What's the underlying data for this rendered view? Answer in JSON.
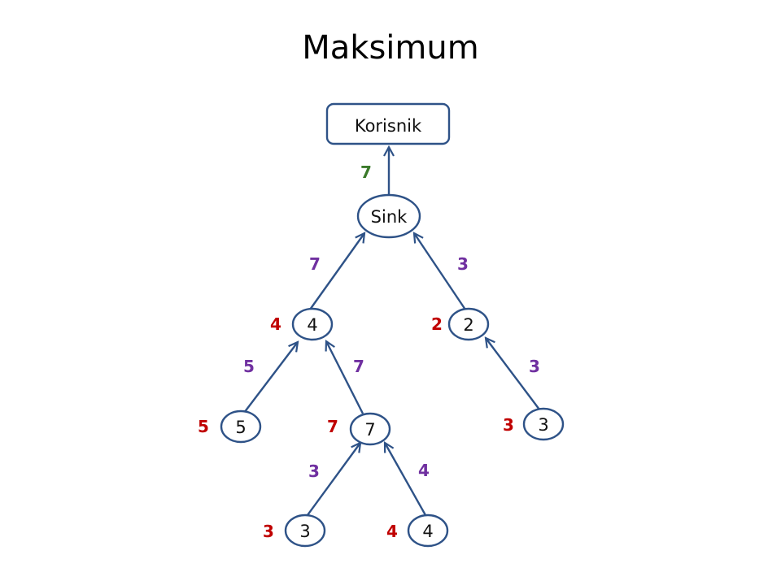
{
  "title": "Maksimum",
  "colors": {
    "edge": "#2e5287",
    "green": "#3a7a2a",
    "purple": "#7030a0",
    "red": "#c00000"
  },
  "nodes": {
    "korisnik": "Korisnik",
    "sink": "Sink",
    "n4": "4",
    "n2": "2",
    "n5": "5",
    "n7": "7",
    "n3a": "3",
    "n3b": "3",
    "n4b": "4"
  },
  "edge_labels": {
    "sink_korisnik": "7",
    "n4_sink": "7",
    "n2_sink": "3",
    "n5_n4": "5",
    "n7_n4": "7",
    "n3b_n2": "3",
    "n3a_n7": "3",
    "n4b_n7": "4"
  },
  "node_values": {
    "n4": "4",
    "n2": "2",
    "n5": "5",
    "n7": "7",
    "n3a": "3",
    "n3b": "3",
    "n4b": "4"
  }
}
